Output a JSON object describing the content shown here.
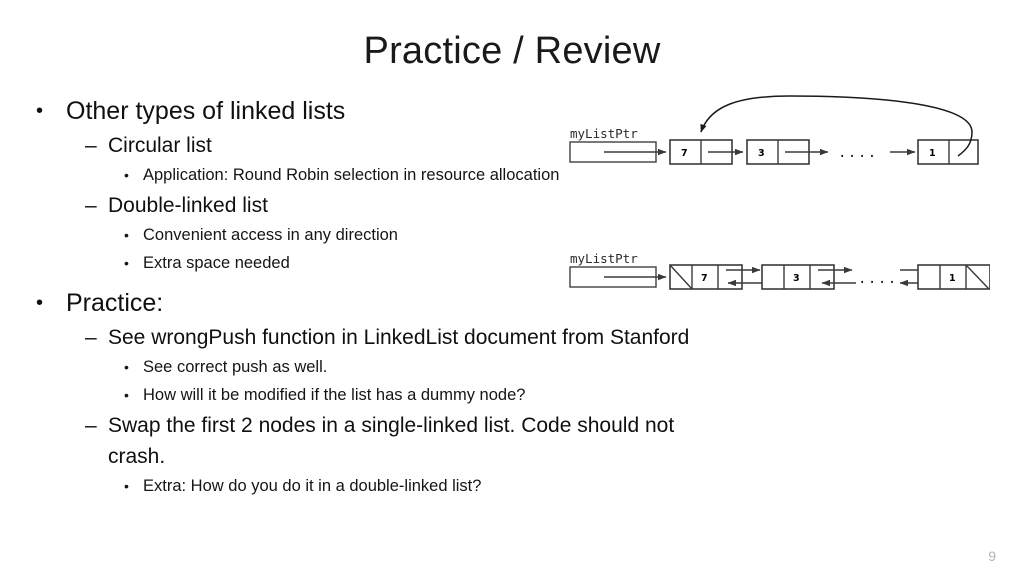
{
  "slide": {
    "title": "Practice / Review",
    "page_number": "9"
  },
  "outline": [
    {
      "level": 1,
      "bullet": "•",
      "text": "Other types of linked lists"
    },
    {
      "level": 2,
      "bullet": "–",
      "text": "Circular list"
    },
    {
      "level": 3,
      "bullet": "•",
      "text": "Application: Round Robin selection in resource allocation"
    },
    {
      "level": 2,
      "bullet": "–",
      "text": "Double-linked list"
    },
    {
      "level": 3,
      "bullet": "•",
      "text": "Convenient access in any direction"
    },
    {
      "level": 3,
      "bullet": "•",
      "text": "Extra space needed"
    },
    {
      "level": 1,
      "bullet": "•",
      "text": "Practice:"
    },
    {
      "level": 2,
      "bullet": "–",
      "text": "See wrongPush function in LinkedList document from Stanford"
    },
    {
      "level": 3,
      "bullet": "•",
      "text": "See correct push as well."
    },
    {
      "level": 3,
      "bullet": "•",
      "text": "How will it be modified if the list has a dummy node?"
    },
    {
      "level": 2,
      "bullet": "–",
      "text": "Swap the first 2 nodes in a single-linked list.  Code should not crash."
    },
    {
      "level": 3,
      "bullet": "•",
      "text": "Extra: How do you do it in a  double-linked list?"
    }
  ],
  "diagrams": {
    "circular": {
      "name": "circular-linked-list",
      "pointer_label": "myListPtr",
      "nodes": [
        "7",
        "3",
        "1"
      ],
      "ellipsis": "....",
      "has_wrap_around_arrow": true
    },
    "double": {
      "name": "double-linked-list",
      "pointer_label": "myListPtr",
      "nodes": [
        "7",
        "3",
        "1"
      ],
      "ellipsis": "....",
      "null_prev_on_first": true,
      "null_next_on_last": true
    }
  },
  "colors": {
    "background": "#ffffff",
    "text": "#101010",
    "title": "#1a1a1a",
    "diagram_stroke": "#3a3a3a",
    "page_number": "#b4b4b4"
  }
}
